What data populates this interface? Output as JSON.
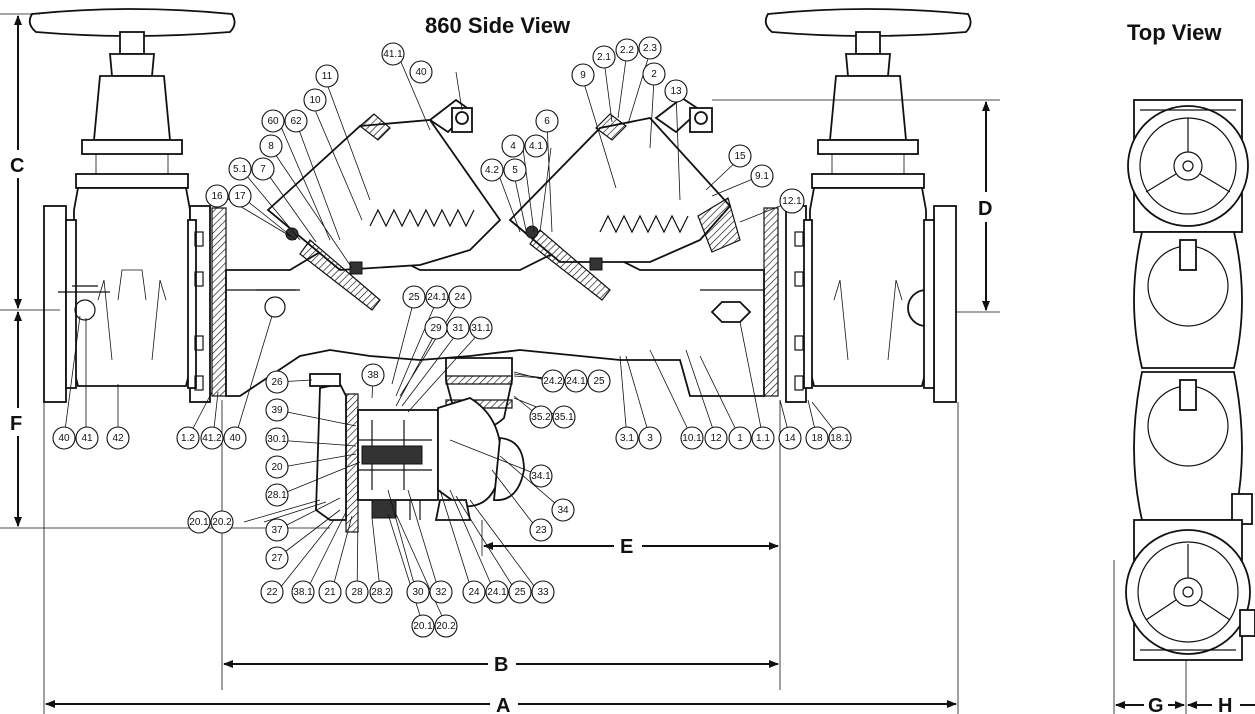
{
  "titles": {
    "side_view": "860 Side View",
    "top_view": "Top View"
  },
  "dimensions": [
    "A",
    "B",
    "C",
    "D",
    "E",
    "F",
    "G",
    "H"
  ],
  "callouts": {
    "c41_1": "41.1",
    "c40_top": "40",
    "c11": "11",
    "c10": "10",
    "c60": "60",
    "c62": "62",
    "c8": "8",
    "c5_1": "5.1",
    "c7": "7",
    "c16": "16",
    "c17": "17",
    "c9": "9",
    "c2_1": "2.1",
    "c2_2": "2.2",
    "c2_3": "2.3",
    "c2": "2",
    "c13": "13",
    "c6": "6",
    "c4": "4",
    "c4_1": "4.1",
    "c4_2": "4.2",
    "c5": "5",
    "c15": "15",
    "c9_1": "9.1",
    "c12_1": "12.1",
    "c25a": "25",
    "c24_1a": "24.1",
    "c24a": "24",
    "c29": "29",
    "c31": "31",
    "c31_1": "31.1",
    "c26": "26",
    "c38": "38",
    "c39": "39",
    "c30_1": "30.1",
    "c20": "20",
    "c28_1": "28.1",
    "c20_1a": "20.1",
    "c20_2a": "20.2",
    "c37": "37",
    "c27": "27",
    "c22": "22",
    "c38_1": "38.1",
    "c21": "21",
    "c28": "28",
    "c28_2": "28.2",
    "c30": "30",
    "c32": "32",
    "c24b": "24",
    "c24_1b": "24.1",
    "c25b": "25",
    "c33": "33",
    "c20_1b": "20.1",
    "c20_2b": "20.2",
    "c23": "23",
    "c34": "34",
    "c34_1": "34.1",
    "c24_2": "24.2",
    "c24_1c": "24.1",
    "c25c": "25",
    "c35_2": "35.2",
    "c35_1": "35.1",
    "c3_1": "3.1",
    "c3": "3",
    "c10_1": "10.1",
    "c12": "12",
    "c1": "1",
    "c1_1": "1.1",
    "c14": "14",
    "c18": "18",
    "c18_1": "18.1",
    "c40a": "40",
    "c41": "41",
    "c42": "42",
    "c1_2": "1.2",
    "c41_2": "41.2",
    "c40b": "40"
  }
}
